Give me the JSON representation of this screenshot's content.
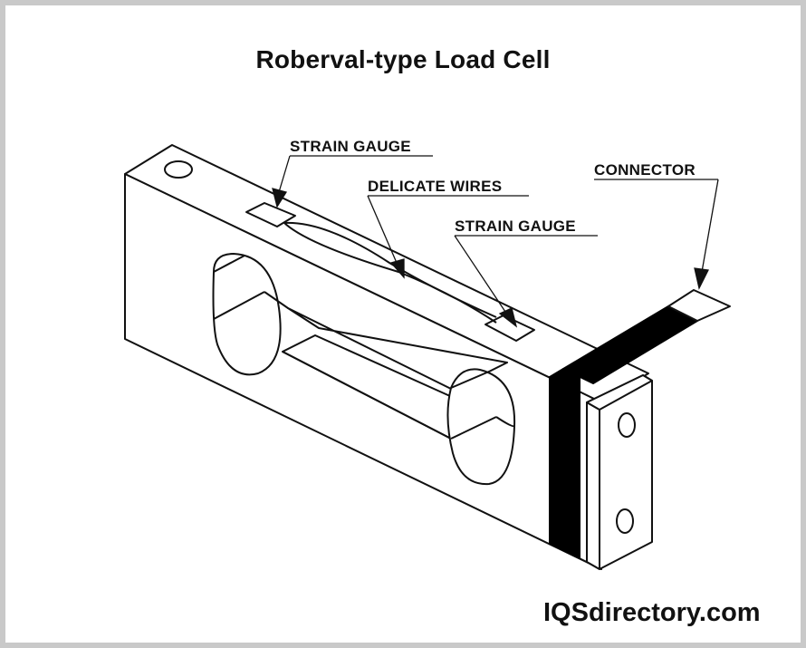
{
  "diagram": {
    "title": "Roberval-type Load Cell",
    "labels": {
      "strain_gauge_1": "STRAIN GAUGE",
      "delicate_wires": "DELICATE WIRES",
      "strain_gauge_2": "STRAIN GAUGE",
      "connector": "CONNECTOR"
    }
  },
  "watermark": {
    "brand": "IQSdirectory.com"
  },
  "colors": {
    "line": "#111111",
    "fill": "#ffffff",
    "frame": "#c9c9c9",
    "band": "#000000"
  }
}
